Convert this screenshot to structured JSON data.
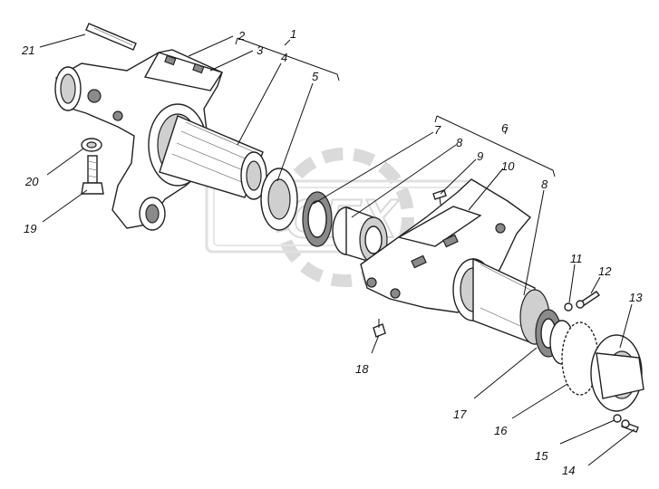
{
  "figure": {
    "labels": [
      "1",
      "2",
      "3",
      "4",
      "5",
      "6",
      "7",
      "8",
      "9",
      "10",
      "8",
      "11",
      "12",
      "13",
      "14",
      "15",
      "16",
      "17",
      "18",
      "19",
      "20",
      "21"
    ],
    "watermark": "CEX"
  }
}
